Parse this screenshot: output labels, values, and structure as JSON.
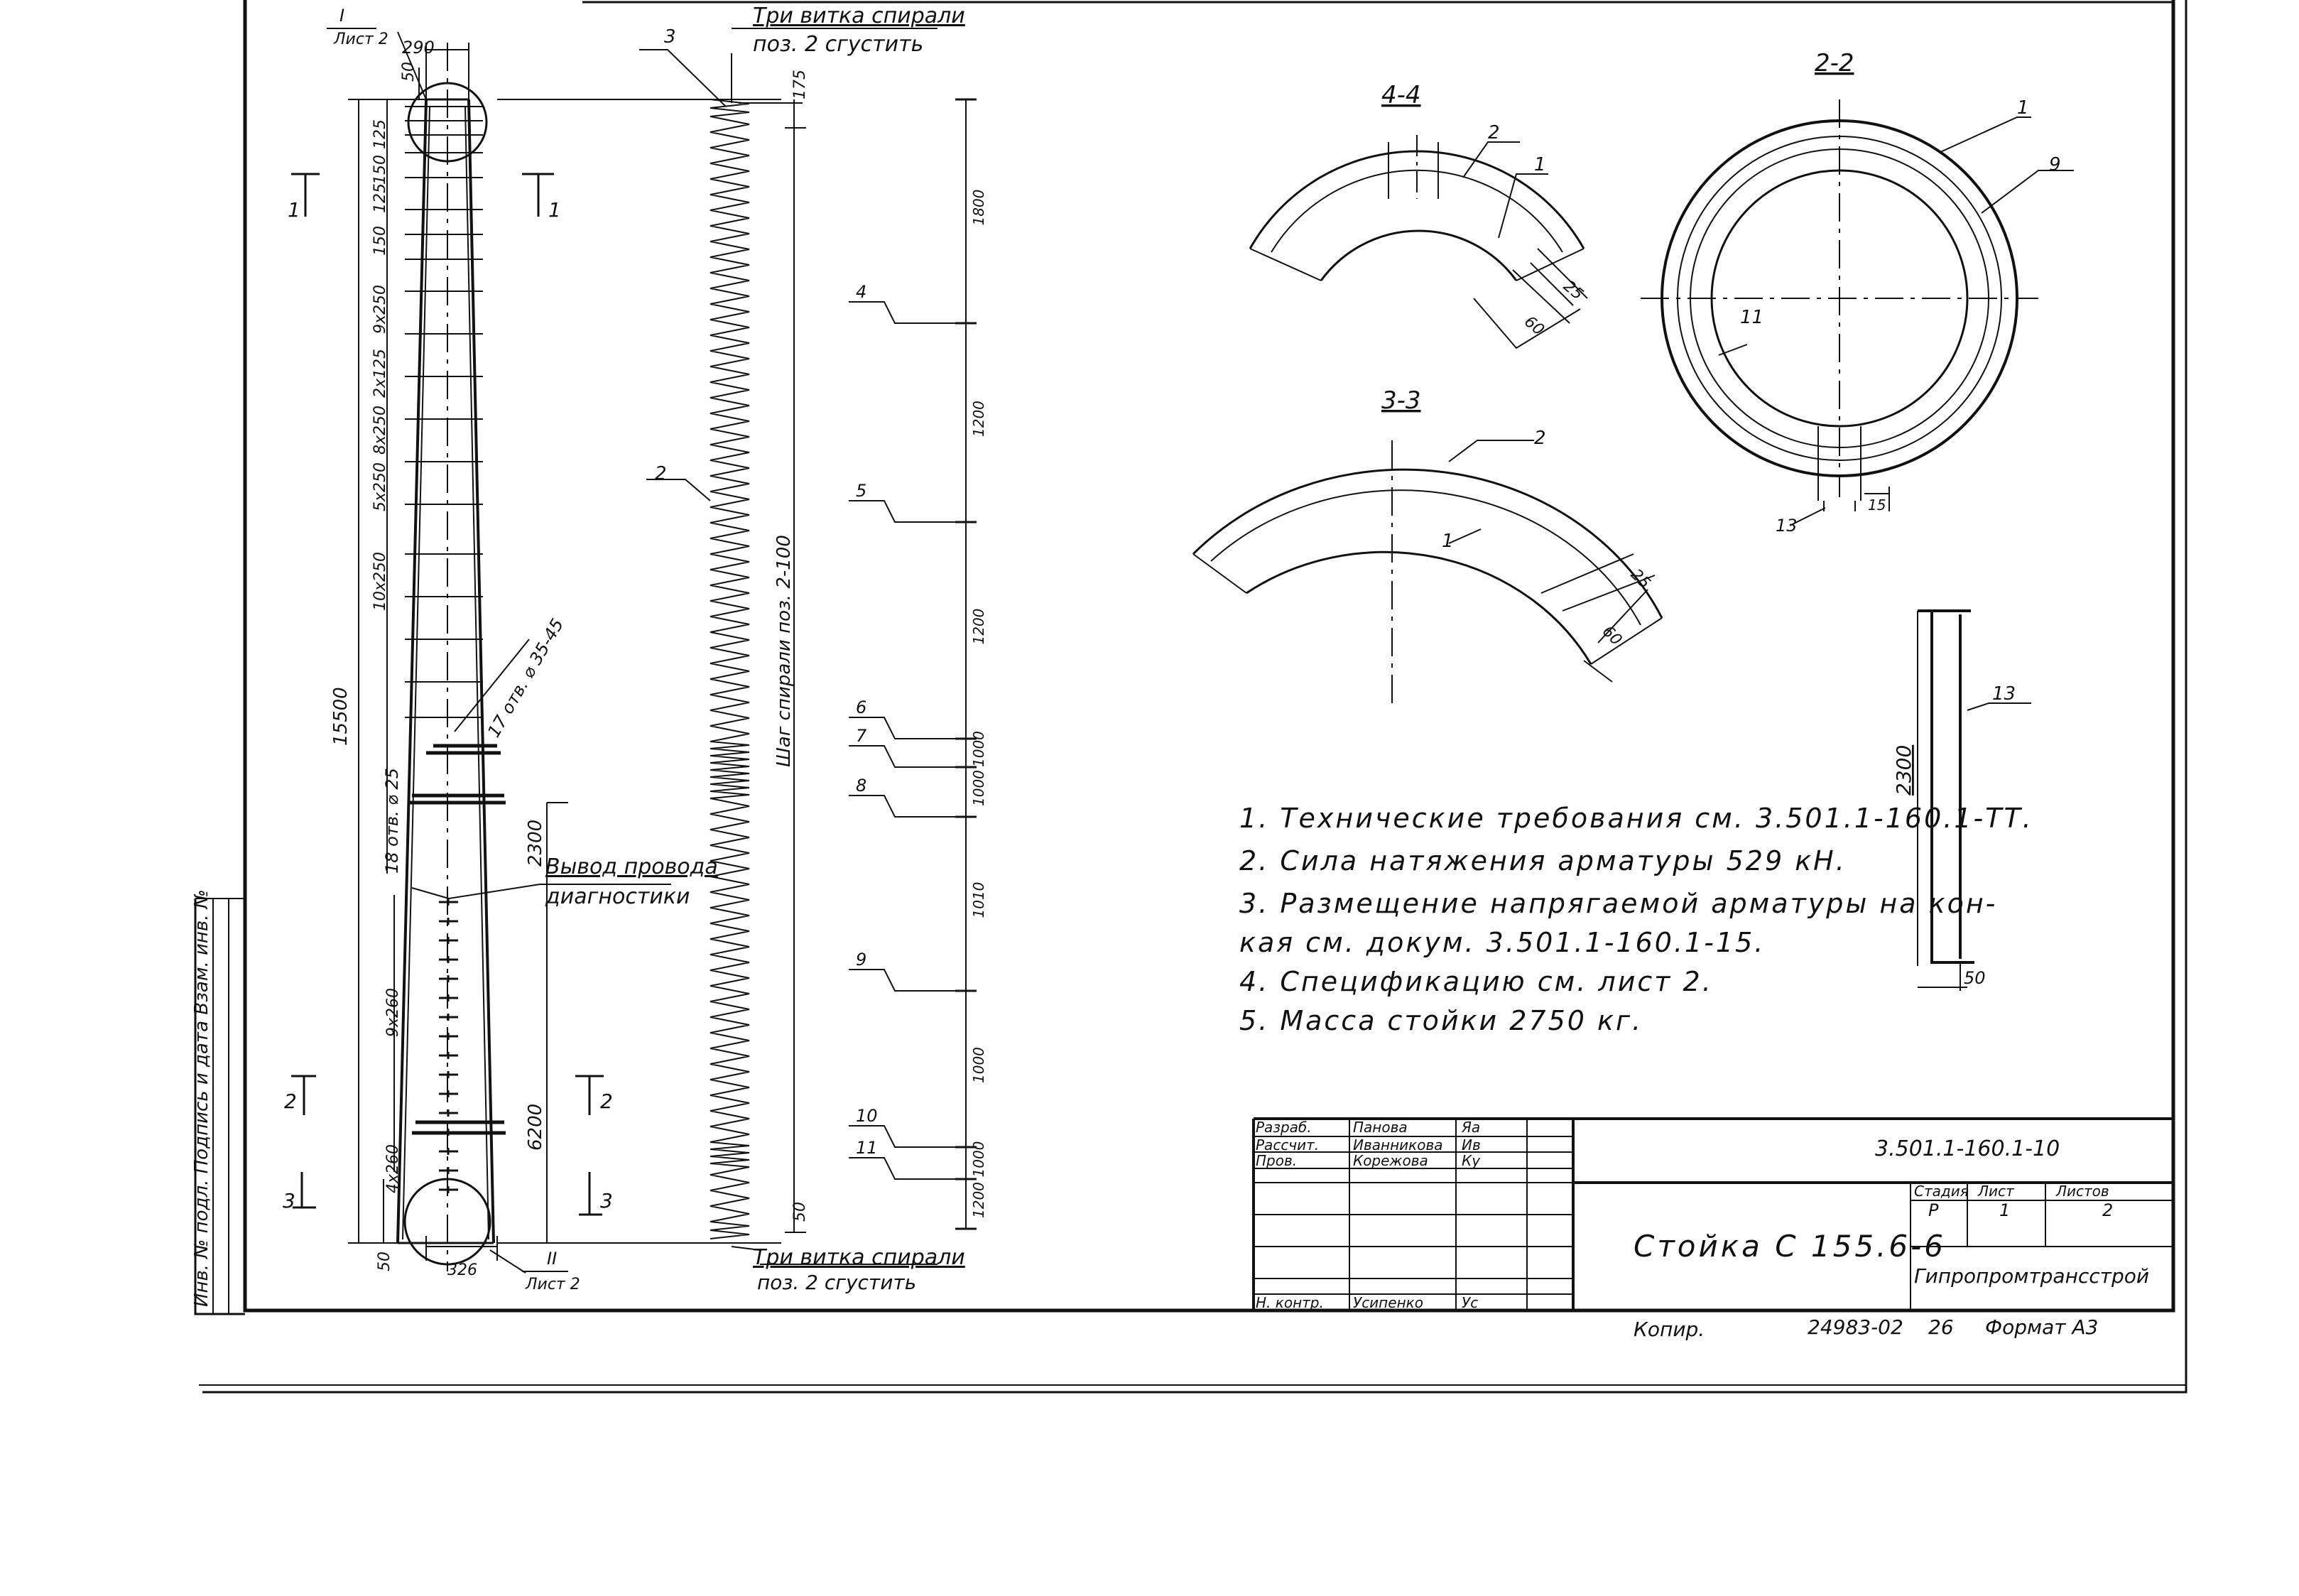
{
  "spiral_top_note": {
    "line1": "Три витка спирали",
    "line2": "поз. 2 сгустить"
  },
  "spiral_bottom_note": {
    "line1": "Три витка спирали",
    "line2": "поз. 2 сгустить"
  },
  "spiral_pitch_label": "Шаг спирали поз. 2-100",
  "diag_wire_label": {
    "line1": "Вывод провода",
    "line2": "диагностики"
  },
  "sheet_ref_top": {
    "mark": "I",
    "sheet": "Лист 2"
  },
  "sheet_ref_bottom": {
    "mark": "II",
    "sheet": "Лист 2"
  },
  "section_marks": {
    "s11": "1",
    "s22": "2",
    "s33": "3"
  },
  "section_titles": {
    "s44": "4-4",
    "s33": "3-3",
    "s22": "2-2"
  },
  "dims": {
    "top_width": "290",
    "top_offset": "50",
    "overall_length": "15500",
    "spiral_top": "175",
    "spiral_bottom": "50",
    "seg1": "1800",
    "seg2": "1200",
    "seg3": "1200",
    "seg4": "1000",
    "seg5": "1000",
    "seg6": "1010",
    "seg7": "1000",
    "seg8": "1000",
    "seg9": "1200",
    "mid_2300": "2300",
    "lower_6200": "6200",
    "bottom_width": "326",
    "bottom_offset": "50",
    "sec_25": "25",
    "sec_60": "60",
    "bar_2300": "2300",
    "bar_50": "50",
    "sec22_15": "15"
  },
  "left_pitch_labels": [
    "125",
    "150",
    "125",
    "150",
    "9x250",
    "2x125",
    "8x250",
    "5x250",
    "10x250",
    "18 отв. ⌀ 25",
    "17 отв. ⌀ 35-45",
    "9x260",
    "4x260"
  ],
  "position_marks": [
    "3",
    "2",
    "4",
    "5",
    "6",
    "7",
    "8",
    "9",
    "10",
    "11",
    "1",
    "2",
    "1",
    "2",
    "1",
    "9",
    "13",
    "13"
  ],
  "notes": [
    "1. Технические требования см. 3.501.1-160.1-ТТ.",
    "2. Сила натяжения арматуры  529 кН.",
    "3. Размещение напрягаемой арматуры на кон-",
    "    кая см. докум. 3.501.1-160.1-15.",
    "4. Спецификацию см. лист 2.",
    "5. Масса стойки  2750 кг."
  ],
  "title_block": {
    "doc_code": "3.501.1-160.1-10",
    "drawing_title": "Стойка С 155.6-6",
    "organization": "Гипропромтрансстрой",
    "stage_label": "Стадия",
    "sheet_label": "Лист",
    "sheets_label": "Листов",
    "stage": "Р",
    "sheet": "1",
    "sheets": "2",
    "roles": [
      {
        "role": "Разраб.",
        "name": "Панова",
        "sign": "Яа"
      },
      {
        "role": "Рассчит.",
        "name": "Иванникова",
        "sign": "Ив"
      },
      {
        "role": "Пров.",
        "name": "Корежова",
        "sign": "Ку"
      },
      {
        "role": "Н. контр.",
        "name": "Усипенко",
        "sign": "Ус"
      }
    ]
  },
  "side_stamp": "Инв. № подл.   Подпись и дата   Взам. инв. №",
  "footer": {
    "copied": "Копир.",
    "number": "24983-02",
    "page": "26",
    "format": "Формат А3"
  }
}
